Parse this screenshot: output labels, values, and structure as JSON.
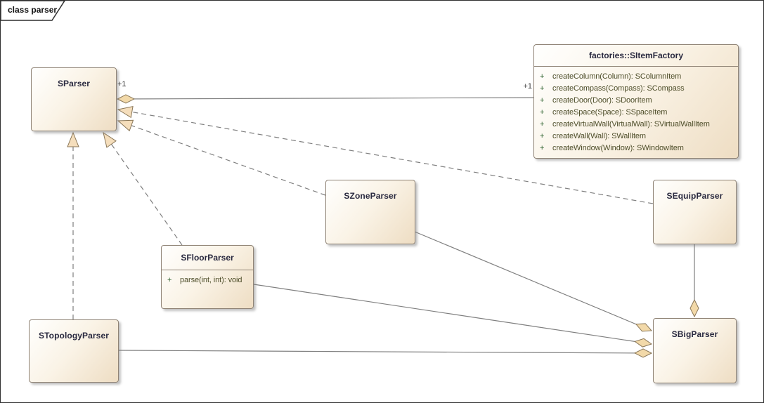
{
  "frame": {
    "title": "class parser"
  },
  "colors": {
    "box_fill_light": "#fffffe",
    "box_fill_dark": "#eeddc3",
    "box_border": "#8f8375",
    "name_text": "#29293f",
    "method_text": "#4e4e2a",
    "visibility_plus": "#336633",
    "connector": "#7f7f7f",
    "shape_fill": "#f2d9a9",
    "shape_stroke": "#8a7758",
    "frame_border": "#2f2f2f"
  },
  "classes": [
    {
      "name": "SParser",
      "methods": []
    },
    {
      "name": "factories::SItemFactory",
      "methods": [
        {
          "vis": "+",
          "sig": "createColumn(Column): SColumnItem"
        },
        {
          "vis": "+",
          "sig": "createCompass(Compass): SCompass"
        },
        {
          "vis": "+",
          "sig": "createDoor(Door): SDoorItem"
        },
        {
          "vis": "+",
          "sig": "createSpace(Space): SSpaceItem"
        },
        {
          "vis": "+",
          "sig": "createVirtualWall(VirtualWall): SVirtualWallItem"
        },
        {
          "vis": "+",
          "sig": "createWall(Wall): SWallItem"
        },
        {
          "vis": "+",
          "sig": "createWindow(Window): SWindowItem"
        }
      ]
    },
    {
      "name": "SZoneParser",
      "methods": []
    },
    {
      "name": "SFloorParser",
      "methods": [
        {
          "vis": "+",
          "sig": "parse(int, int): void"
        }
      ]
    },
    {
      "name": "STopologyParser",
      "methods": []
    },
    {
      "name": "SEquipParser",
      "methods": []
    },
    {
      "name": "SBigParser",
      "methods": []
    }
  ],
  "multiplicities": [
    {
      "text": "+1",
      "end": "SParser"
    },
    {
      "text": "+1",
      "end": "factories::SItemFactory"
    }
  ],
  "relationships": [
    {
      "type": "aggregation",
      "owner": "SParser",
      "part": "factories::SItemFactory",
      "owner_label": "+1",
      "part_label": "+1",
      "line": "solid"
    },
    {
      "type": "realization",
      "from": "SEquipParser",
      "to": "SParser",
      "line": "dashed"
    },
    {
      "type": "realization",
      "from": "SZoneParser",
      "to": "SParser",
      "line": "dashed"
    },
    {
      "type": "realization",
      "from": "SFloorParser",
      "to": "SParser",
      "line": "dashed"
    },
    {
      "type": "realization",
      "from": "STopologyParser",
      "to": "SParser",
      "line": "dashed"
    },
    {
      "type": "aggregation",
      "owner": "SBigParser",
      "part": "SZoneParser",
      "line": "solid"
    },
    {
      "type": "aggregation",
      "owner": "SBigParser",
      "part": "SFloorParser",
      "line": "solid"
    },
    {
      "type": "aggregation",
      "owner": "SBigParser",
      "part": "STopologyParser",
      "line": "solid"
    },
    {
      "type": "aggregation",
      "owner": "SBigParser",
      "part": "SEquipParser",
      "line": "solid"
    }
  ]
}
